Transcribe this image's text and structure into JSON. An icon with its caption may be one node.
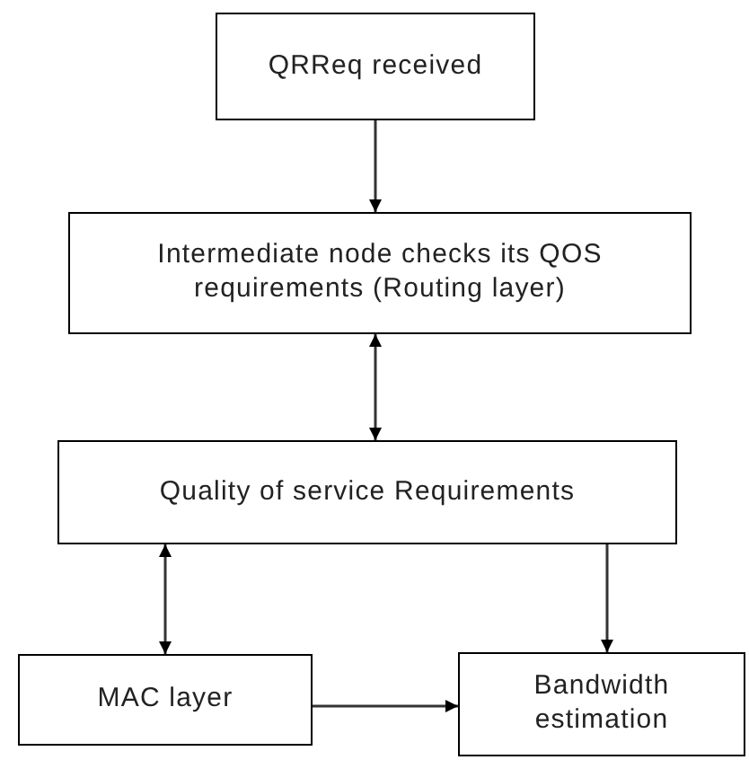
{
  "diagram": {
    "nodes": [
      {
        "text": [
          "QRReq received"
        ]
      },
      {
        "text": [
          "Intermediate node checks its QOS requirements (Routing layer)"
        ]
      },
      {
        "text": [
          "Quality of service Requirements"
        ]
      },
      {
        "text": [
          "MAC layer"
        ]
      },
      {
        "text": [
          "Bandwidth estimation"
        ]
      }
    ],
    "edges": [
      {
        "from": 0,
        "to": 1,
        "arrow": "to"
      },
      {
        "from": 2,
        "to": 1,
        "arrow": "both"
      },
      {
        "from": 2,
        "to": 3,
        "arrow": "both"
      },
      {
        "from": 2,
        "to": 4,
        "arrow": "to"
      },
      {
        "from": 3,
        "to": 4,
        "arrow": "to"
      }
    ]
  }
}
